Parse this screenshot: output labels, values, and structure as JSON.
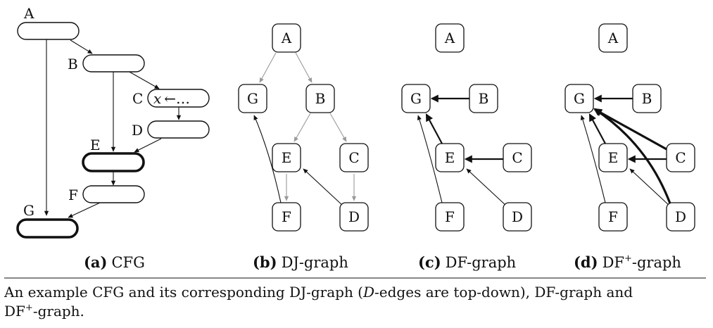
{
  "panels": {
    "a": {
      "letter": "(a)",
      "name": "CFG"
    },
    "b": {
      "letter": "(b)",
      "name": "DJ-graph"
    },
    "c": {
      "letter": "(c)",
      "name": "DF-graph"
    },
    "d": {
      "letter": "(d)",
      "name": "DF",
      "sup": "+",
      "suffix": "-graph"
    }
  },
  "cfg_labels": {
    "A": "A",
    "B": "B",
    "C": "C",
    "D": "D",
    "E": "E",
    "F": "F",
    "G": "G"
  },
  "cfg_statement": {
    "var": "x",
    "rest": "←…"
  },
  "nodes": {
    "A": "A",
    "B": "B",
    "C": "C",
    "D": "D",
    "E": "E",
    "F": "F",
    "G": "G"
  },
  "caption": {
    "part1": "An example CFG and its corresponding DJ-graph (",
    "D": "D",
    "part2": "-edges are top-down), DF-graph and",
    "part3": "DF",
    "sup": "+",
    "part4": "-graph."
  }
}
